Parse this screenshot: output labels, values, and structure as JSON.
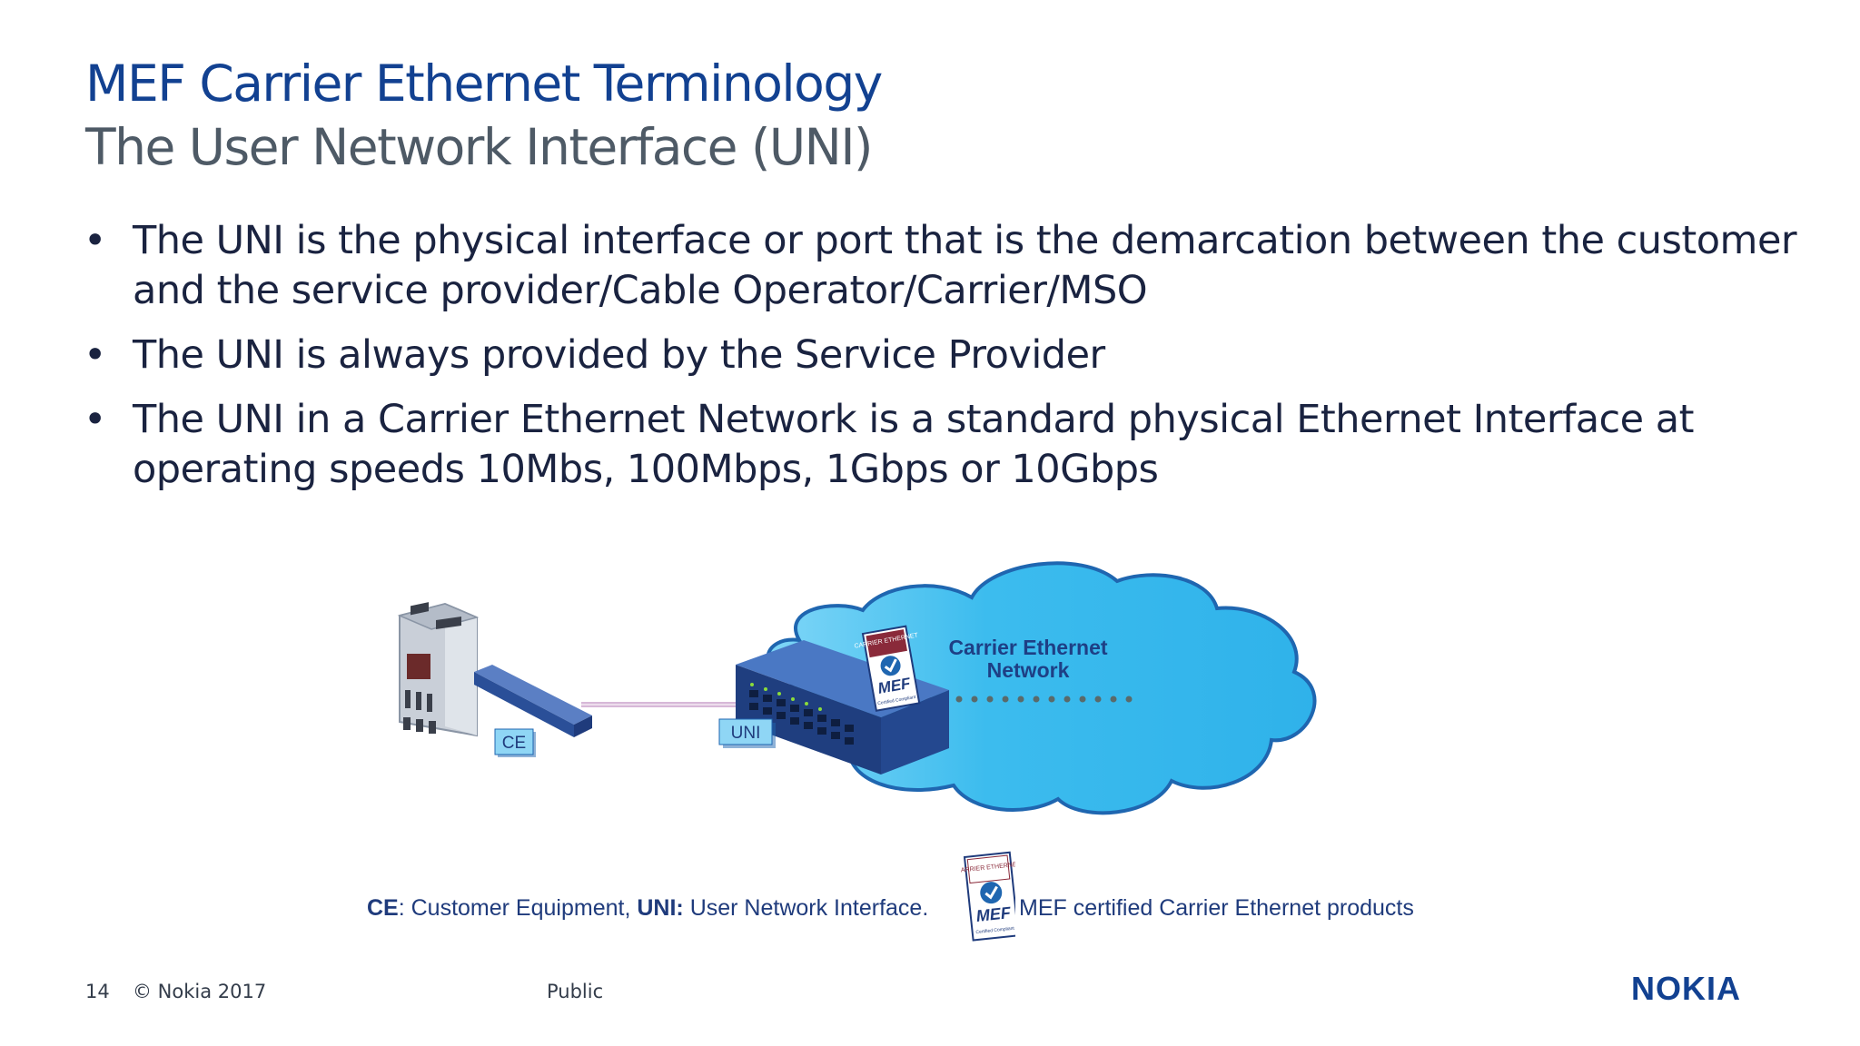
{
  "slide": {
    "title": "MEF Carrier Ethernet Terminology",
    "subtitle": "The User Network Interface (UNI)",
    "bullets": [
      "The UNI is the physical interface or port that is the demarcation between the customer and the service provider/Cable Operator/Carrier/MSO",
      "The UNI is always provided by the Service Provider",
      "The UNI in a Carrier Ethernet Network is a standard physical Ethernet Interface at operating speeds 10Mbs, 100Mbps, 1Gbps or 10Gbps"
    ]
  },
  "diagram": {
    "cloud_label_line1": "Carrier Ethernet",
    "cloud_label_line2": "Network",
    "ce_tag": "CE",
    "uni_tag": "UNI",
    "badge_top": "CARRIER ETHERNET",
    "badge_mef": "MEF",
    "badge_bottom": "Certified Compliant"
  },
  "caption": {
    "ce_abbr": "CE",
    "ce_text": ": Customer Equipment, ",
    "uni_abbr": "UNI:",
    "uni_text": " User Network Interface.",
    "mef_text": "MEF certified Carrier Ethernet products"
  },
  "footer": {
    "page_number": "14",
    "copyright": "© Nokia 2017",
    "classification": "Public",
    "logo": "NOKIA"
  },
  "colors": {
    "title": "#124191",
    "cloud": "#3fc2f0",
    "cloud_edge": "#1f66b0"
  }
}
